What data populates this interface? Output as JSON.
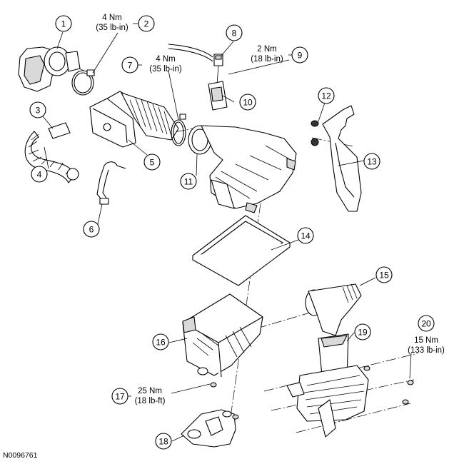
{
  "figure_id": "N0096761",
  "callouts": [
    {
      "num": "1"
    },
    {
      "num": "2",
      "torque": [
        "4 Nm",
        "(35 lb-in)"
      ]
    },
    {
      "num": "3"
    },
    {
      "num": "4"
    },
    {
      "num": "5"
    },
    {
      "num": "6"
    },
    {
      "num": "7",
      "torque": [
        "4 Nm",
        "(35 lb-in)"
      ]
    },
    {
      "num": "8"
    },
    {
      "num": "9",
      "torque": [
        "2 Nm",
        "(18 lb-in)"
      ]
    },
    {
      "num": "10"
    },
    {
      "num": "11"
    },
    {
      "num": "12"
    },
    {
      "num": "13"
    },
    {
      "num": "14"
    },
    {
      "num": "15"
    },
    {
      "num": "16"
    },
    {
      "num": "17",
      "torque": [
        "25 Nm",
        "(18 lb-ft)"
      ]
    },
    {
      "num": "18"
    },
    {
      "num": "19"
    },
    {
      "num": "20",
      "torque": [
        "15 Nm",
        "(133 lb-in)"
      ]
    }
  ]
}
